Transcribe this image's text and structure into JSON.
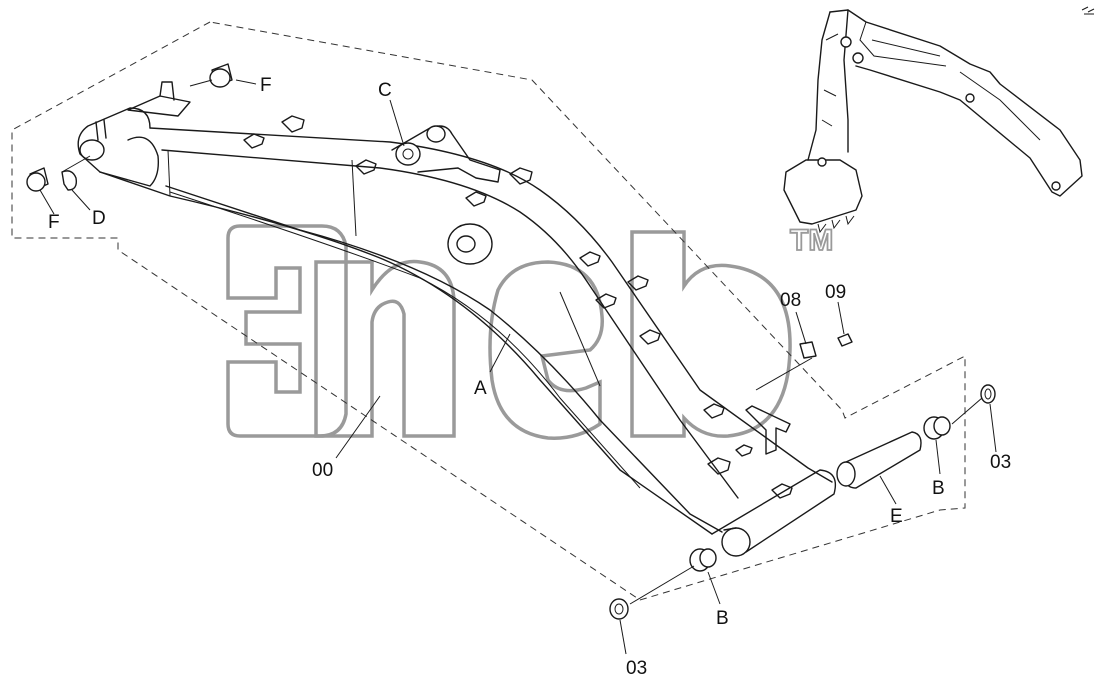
{
  "diagram": {
    "watermark": {
      "text": "эпеb",
      "tm": "TM"
    },
    "callouts": {
      "F_top": "F",
      "F_left": "F",
      "D": "D",
      "C": "C",
      "A": "A",
      "code_00": "00",
      "code_08": "08",
      "code_09": "09",
      "code_03_right": "03",
      "code_03_bottom": "03",
      "B_right": "B",
      "B_bottom": "B",
      "E": "E"
    }
  }
}
